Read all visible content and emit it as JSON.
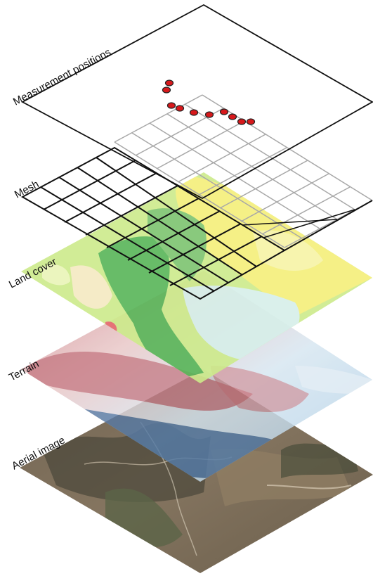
{
  "layers": {
    "measurement": {
      "label": "Measurement positions"
    },
    "mesh": {
      "label": "Mesh"
    },
    "land_cover": {
      "label": "Land cover"
    },
    "terrain": {
      "label": "Terrain"
    },
    "aerial": {
      "label": "Aerial image"
    }
  },
  "colors": {
    "marker_fill": "#d7191c",
    "marker_stroke": "#222222",
    "land_yellow": "#f5ef7a",
    "land_lightgreen": "#cdeb8b",
    "land_green": "#58b558",
    "land_paleblue": "#d6efe9",
    "land_cream": "#f4e9c2",
    "land_red": "#e56b6f",
    "terrain_high": "#b5525f",
    "terrain_mid": "#e9c9c9",
    "terrain_low": "#2c5a8f",
    "terrain_lightblue": "#b9d6ea",
    "aerial_base": "#7b6a55",
    "aerial_dark": "#4e4a3c",
    "aerial_green": "#5b6447",
    "aerial_light": "#c9bca6"
  },
  "icons": {
    "measurement_marker": "circle-marker"
  }
}
